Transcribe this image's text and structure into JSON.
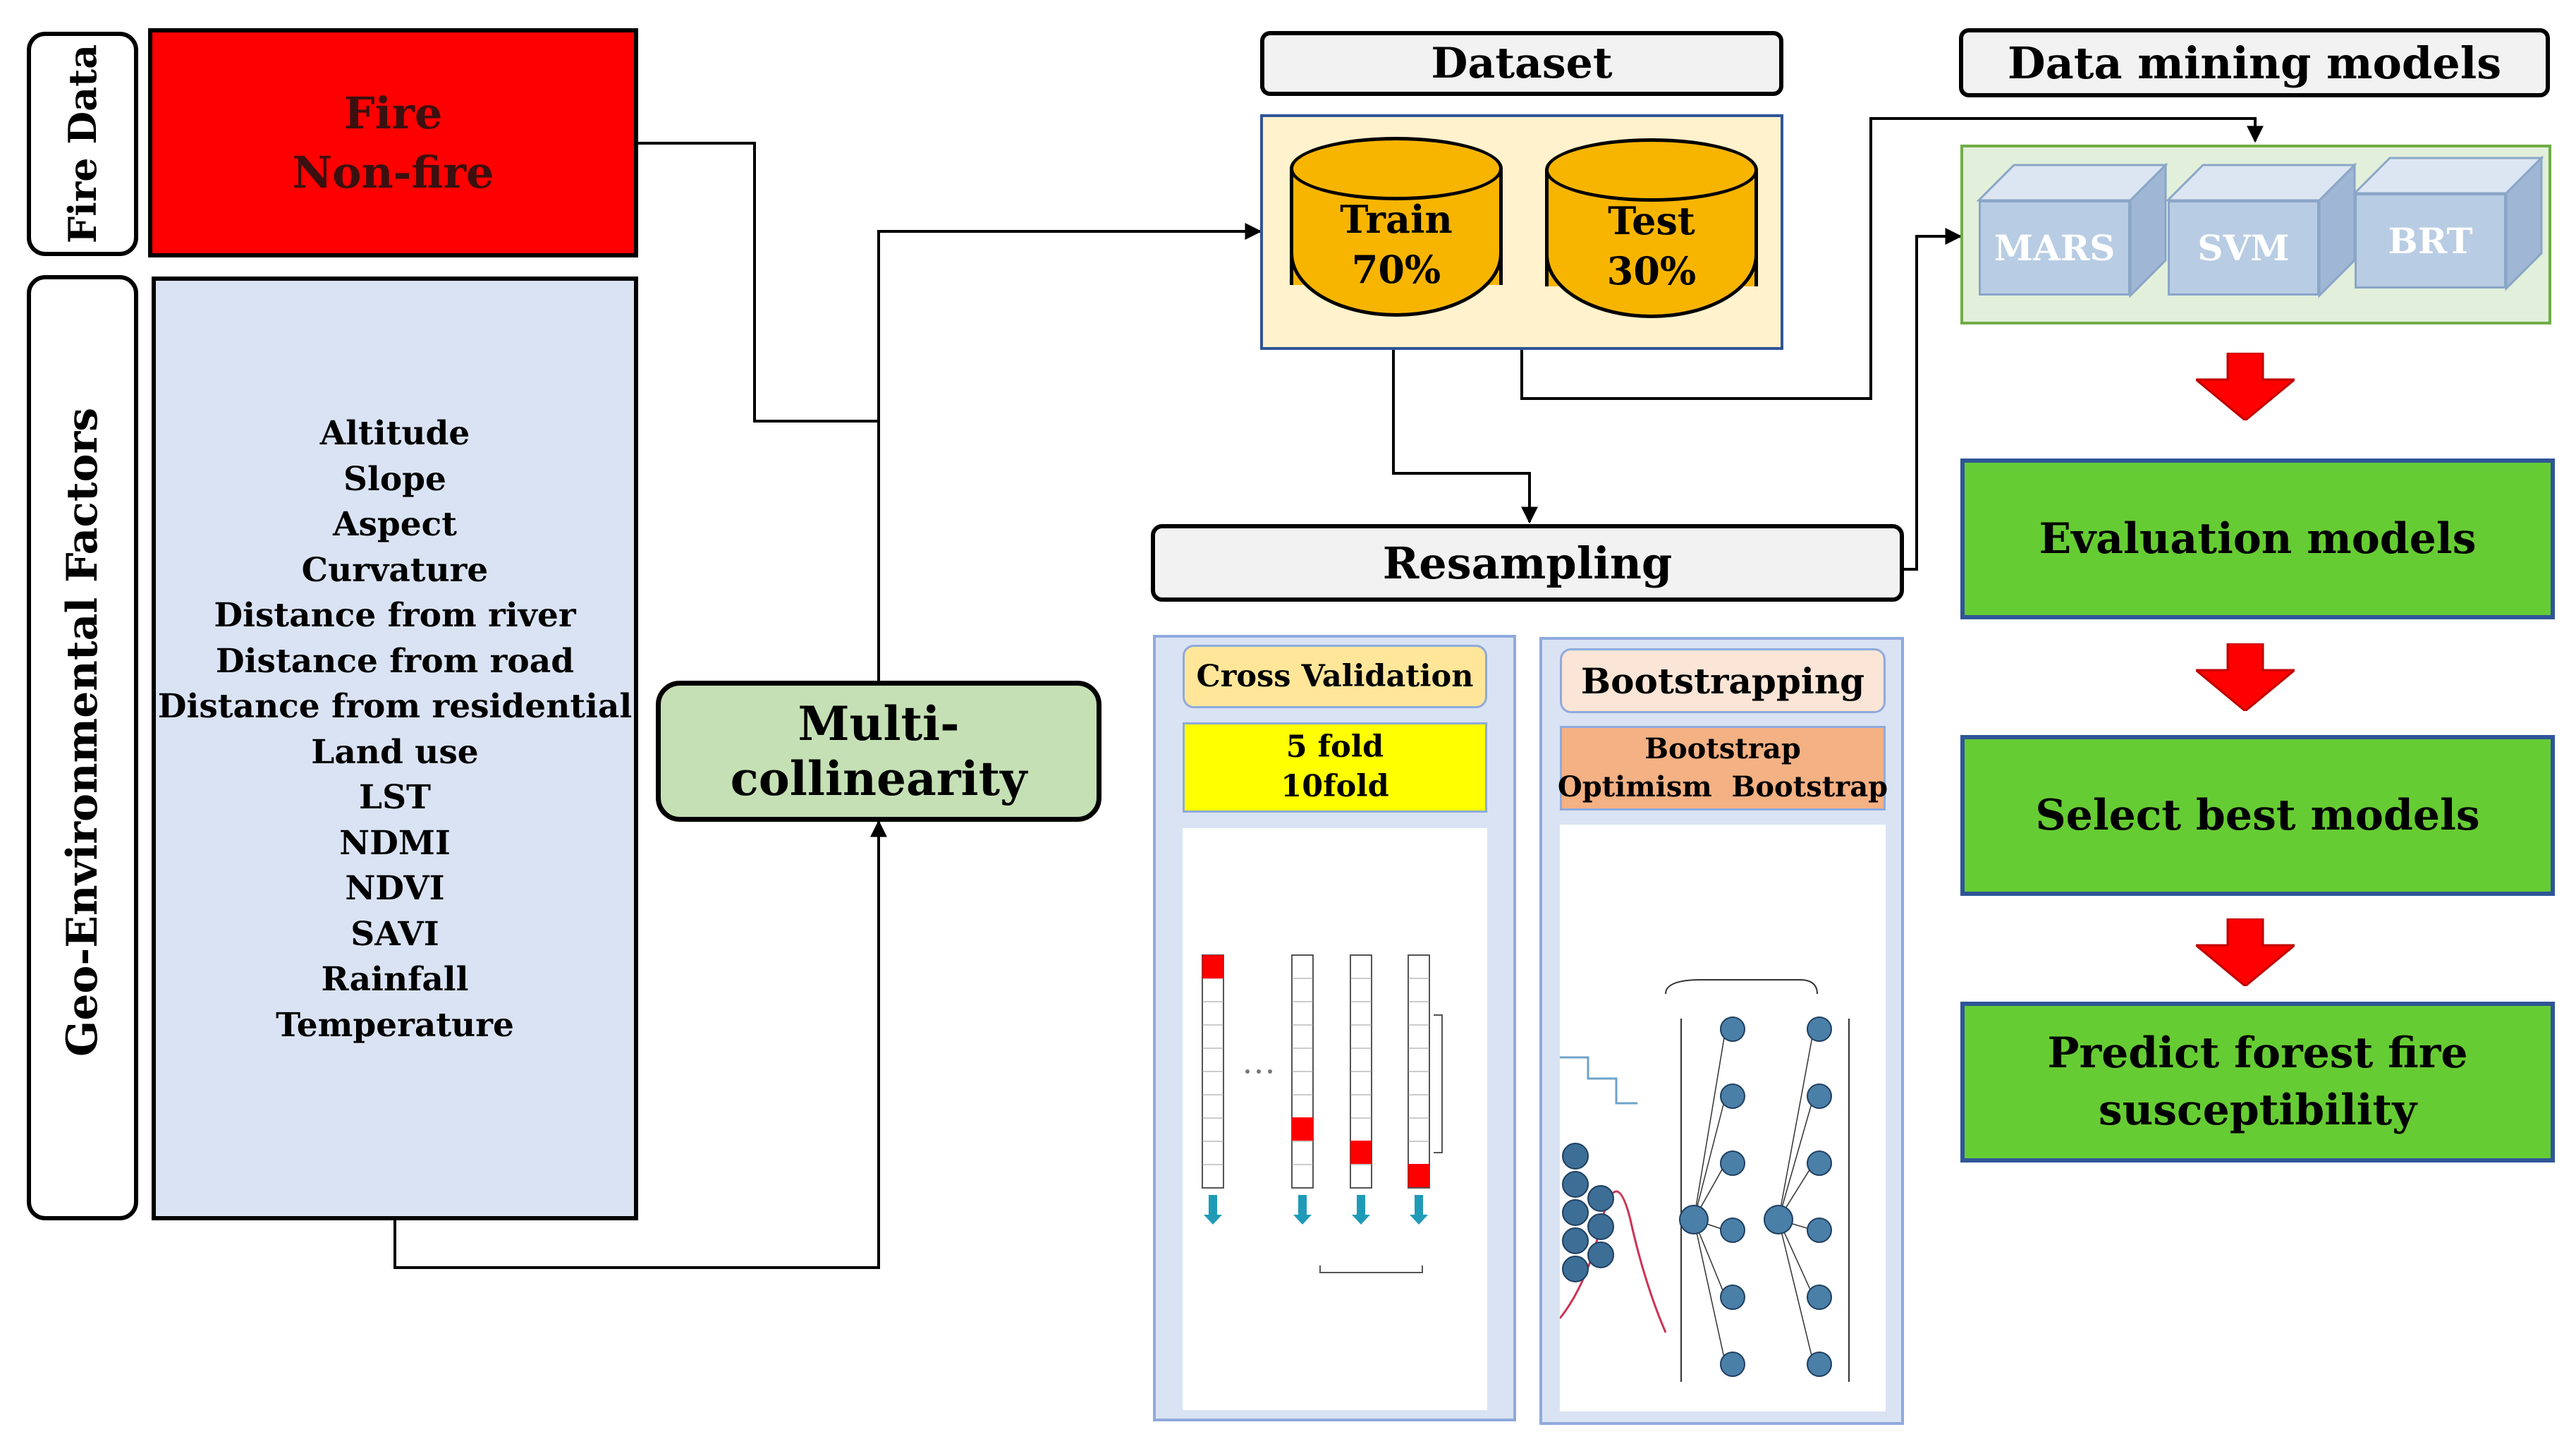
{
  "fire_data_label": "Fire Data",
  "fire_box": {
    "line1": "Fire",
    "line2": "Non-fire"
  },
  "geo_label": "Geo-Environmental Factors",
  "factors": [
    "Altitude",
    "Slope",
    "Aspect",
    "Curvature",
    "Distance from river",
    "Distance from road",
    "Distance from residential",
    "Land use",
    "LST",
    "NDMI",
    "NDVI",
    "SAVI",
    "Rainfall",
    "Temperature"
  ],
  "multicollinearity": "Multi-collinearity",
  "dataset": {
    "title": "Dataset",
    "train_label": "Train",
    "train_pct": "70%",
    "test_label": "Test",
    "test_pct": "30%"
  },
  "models": {
    "title": "Data mining models",
    "items": [
      "MARS",
      "SVM",
      "BRT"
    ]
  },
  "resampling": {
    "title": "Resampling",
    "cv": {
      "title": "Cross Validation",
      "line1": "5 fold",
      "line2": "10fold"
    },
    "boot": {
      "title": "Bootstrapping",
      "line1": "Bootstrap",
      "line2": "Optimism  Bootstrap"
    }
  },
  "evaluation": "Evaluation models",
  "select_best": "Select best models",
  "predict": {
    "line1": "Predict forest fire",
    "line2": "susceptibility"
  },
  "colors": {
    "fire_red": "#ff0000",
    "factor_blue": "#dae3f3",
    "green": "#66cc33",
    "mc_green": "#c5e0b4",
    "cyl_gold": "#f7b500",
    "yellow": "#ffff00",
    "orange": "#f4b183"
  }
}
